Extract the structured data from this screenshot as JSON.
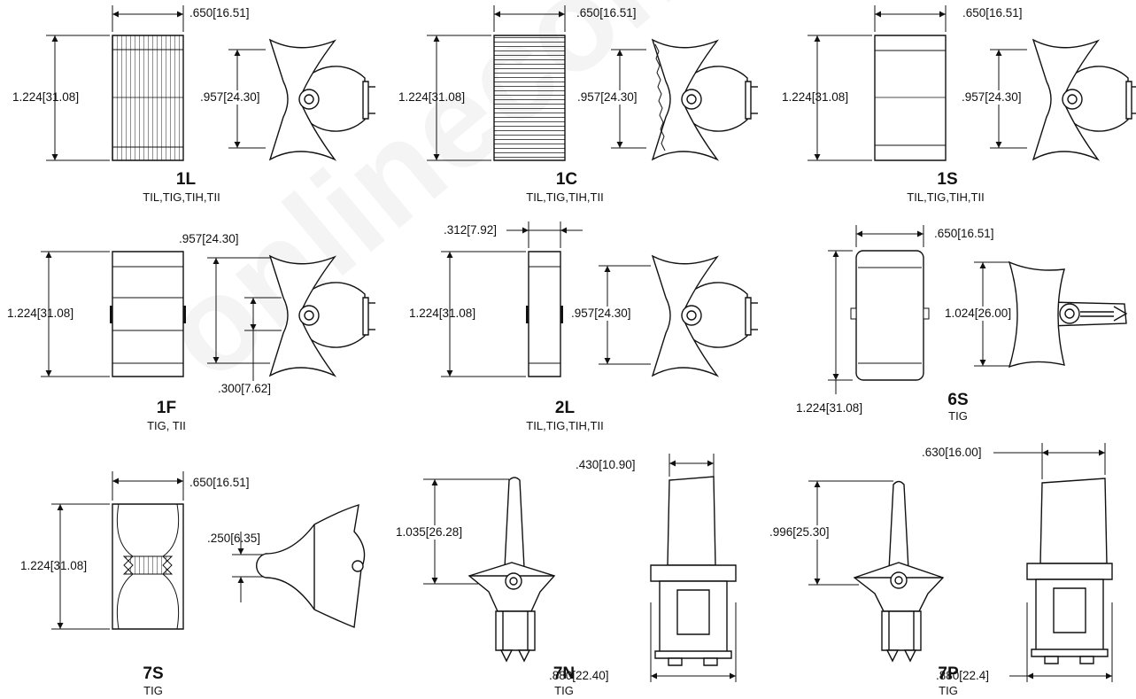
{
  "watermark": "onlinecomponents",
  "models": [
    {
      "name": "1L",
      "types": "TIL,TIG,TIH,TII",
      "dims": [
        ".650[16.51]",
        "1.224[31.08]",
        ".957[24.30]"
      ]
    },
    {
      "name": "1C",
      "types": "TIL,TIG,TIH,TII",
      "dims": [
        ".650[16.51]",
        "1.224[31.08]",
        ".957[24.30]"
      ]
    },
    {
      "name": "1S",
      "types": "TIL,TIG,TIH,TII",
      "dims": [
        ".650[16.51]",
        "1.224[31.08]",
        ".957[24.30]"
      ]
    },
    {
      "name": "1F",
      "types": "TIG, TII",
      "dims": [
        ".957[24.30]",
        "1.224[31.08]",
        ".300[7.62]"
      ]
    },
    {
      "name": "2L",
      "types": "TIL,TIG,TIH,TII",
      "dims": [
        ".312[7.92]",
        "1.224[31.08]",
        ".957[24.30]"
      ]
    },
    {
      "name": "6S",
      "types": "TIG",
      "dims": [
        ".650[16.51]",
        "1.024[26.00]",
        "1.224[31.08]"
      ]
    },
    {
      "name": "7S",
      "types": "TIG",
      "dims": [
        ".650[16.51]",
        "1.224[31.08]",
        ".250[6.35]"
      ]
    },
    {
      "name": "7N",
      "types": "TIG",
      "dims": [
        ".430[10.90]",
        "1.035[26.28]",
        ".880[22.40]"
      ]
    },
    {
      "name": "7P",
      "types": "TIG",
      "dims": [
        ".630[16.00]",
        ".996[25.30]",
        ".880[22.4]"
      ]
    }
  ]
}
